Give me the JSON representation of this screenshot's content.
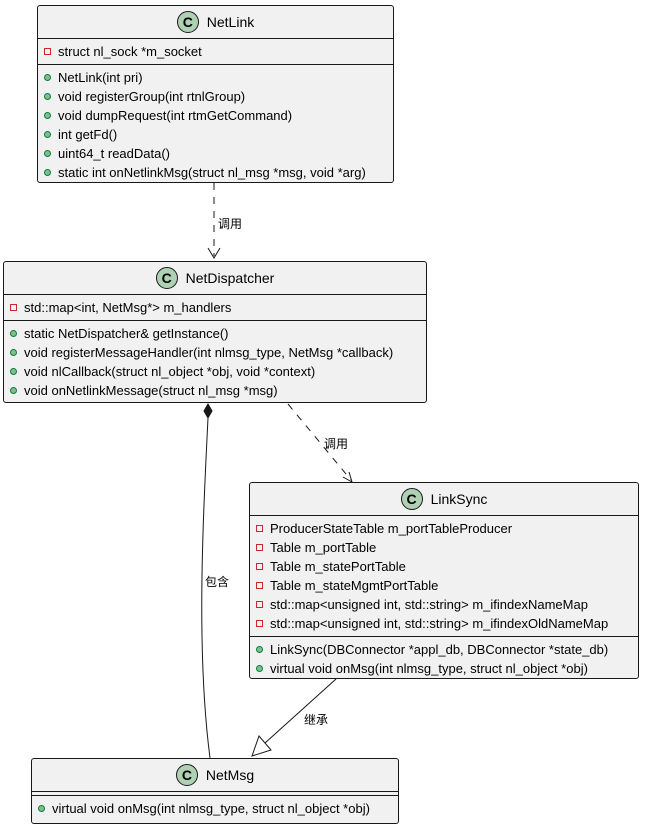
{
  "classes": {
    "netlink": {
      "badge": "C",
      "name": "NetLink",
      "fields": [
        {
          "vis": "private",
          "text": "struct nl_sock *m_socket"
        }
      ],
      "methods": [
        {
          "vis": "public",
          "text": "NetLink(int pri)"
        },
        {
          "vis": "public",
          "text": "void registerGroup(int rtnlGroup)"
        },
        {
          "vis": "public",
          "text": "void dumpRequest(int rtmGetCommand)"
        },
        {
          "vis": "public",
          "text": "int getFd()"
        },
        {
          "vis": "public",
          "text": "uint64_t readData()"
        },
        {
          "vis": "public",
          "text": "static int onNetlinkMsg(struct nl_msg *msg, void *arg)"
        }
      ]
    },
    "netdispatcher": {
      "badge": "C",
      "name": "NetDispatcher",
      "fields": [
        {
          "vis": "private",
          "text": "std::map<int, NetMsg*> m_handlers"
        }
      ],
      "methods": [
        {
          "vis": "public",
          "text": "static NetDispatcher& getInstance()"
        },
        {
          "vis": "public",
          "text": "void registerMessageHandler(int nlmsg_type, NetMsg *callback)"
        },
        {
          "vis": "public",
          "text": "void nlCallback(struct nl_object *obj, void *context)"
        },
        {
          "vis": "public",
          "text": "void onNetlinkMessage(struct nl_msg *msg)"
        }
      ]
    },
    "linksync": {
      "badge": "C",
      "name": "LinkSync",
      "fields": [
        {
          "vis": "private",
          "text": "ProducerStateTable m_portTableProducer"
        },
        {
          "vis": "private",
          "text": "Table m_portTable"
        },
        {
          "vis": "private",
          "text": "Table m_statePortTable"
        },
        {
          "vis": "private",
          "text": "Table m_stateMgmtPortTable"
        },
        {
          "vis": "private",
          "text": "std::map<unsigned int, std::string> m_ifindexNameMap"
        },
        {
          "vis": "private",
          "text": "std::map<unsigned int, std::string> m_ifindexOldNameMap"
        }
      ],
      "methods": [
        {
          "vis": "public",
          "text": "LinkSync(DBConnector *appl_db, DBConnector *state_db)"
        },
        {
          "vis": "public",
          "text": "virtual void onMsg(int nlmsg_type, struct nl_object *obj)"
        }
      ]
    },
    "netmsg": {
      "badge": "C",
      "name": "NetMsg",
      "fields": [],
      "methods": [
        {
          "vis": "public",
          "text": "virtual void onMsg(int nlmsg_type, struct nl_object *obj)"
        }
      ]
    }
  },
  "relations": [
    {
      "id": "netlink-to-netdispatcher",
      "label": "调用",
      "kind": "dependency"
    },
    {
      "id": "netdispatcher-to-linksync",
      "label": "调用",
      "kind": "dependency"
    },
    {
      "id": "netdispatcher-netmsg",
      "label": "包含",
      "kind": "composition"
    },
    {
      "id": "linksync-to-netmsg",
      "label": "继承",
      "kind": "inheritance"
    }
  ]
}
